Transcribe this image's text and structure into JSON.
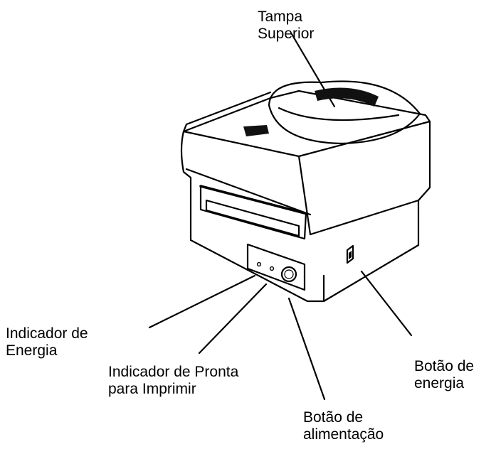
{
  "labels": {
    "top_cover": {
      "line1": "Tampa",
      "line2": "Superior"
    },
    "power_indicator": {
      "line1": "Indicador de",
      "line2": "Energia"
    },
    "ready_indicator": {
      "line1": "Indicador de Pronta",
      "line2": "para Imprimir"
    },
    "feed_button": {
      "line1": "Botão de",
      "line2": "alimentação"
    },
    "power_button": {
      "line1": "Botão de",
      "line2": "energia"
    }
  },
  "colors": {
    "stroke": "#000000",
    "body": "#ffffff",
    "shade": "#111111",
    "label_text": "#000000"
  }
}
